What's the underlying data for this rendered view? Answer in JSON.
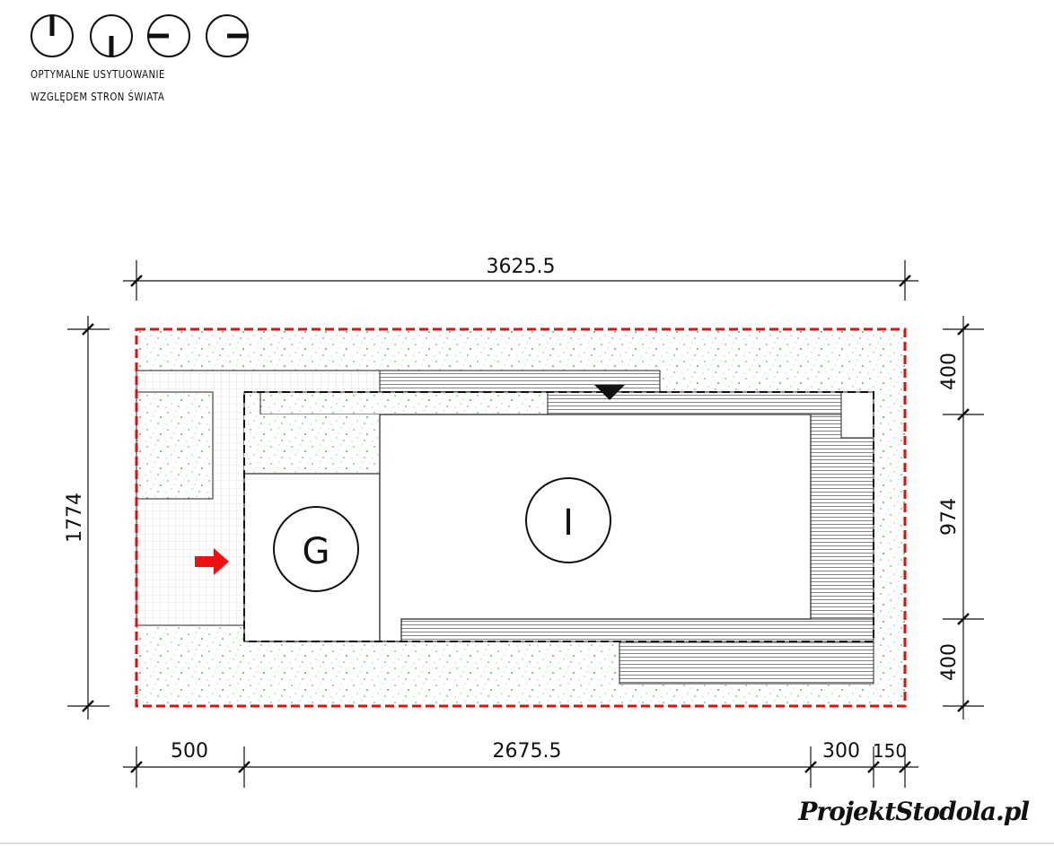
{
  "legend": {
    "line1": "OPTYMALNE USYTUOWANIE",
    "line2": "WZGLĘDEM STRON ŚWIATA",
    "orientation_icons": [
      "north",
      "south",
      "west",
      "east"
    ]
  },
  "plan": {
    "garage_label": "G",
    "house_label": "I",
    "entrance_arrow_color": "#ee1111",
    "boundary_color": "#dd1111",
    "greenery_color": "#6bc46b"
  },
  "dimensions": {
    "top": "3625.5",
    "left": "1774",
    "right": [
      "400",
      "974",
      "400"
    ],
    "bottom": [
      "500",
      "2675.5",
      "300",
      "150"
    ]
  },
  "logo": "ProjektStodola.pl"
}
